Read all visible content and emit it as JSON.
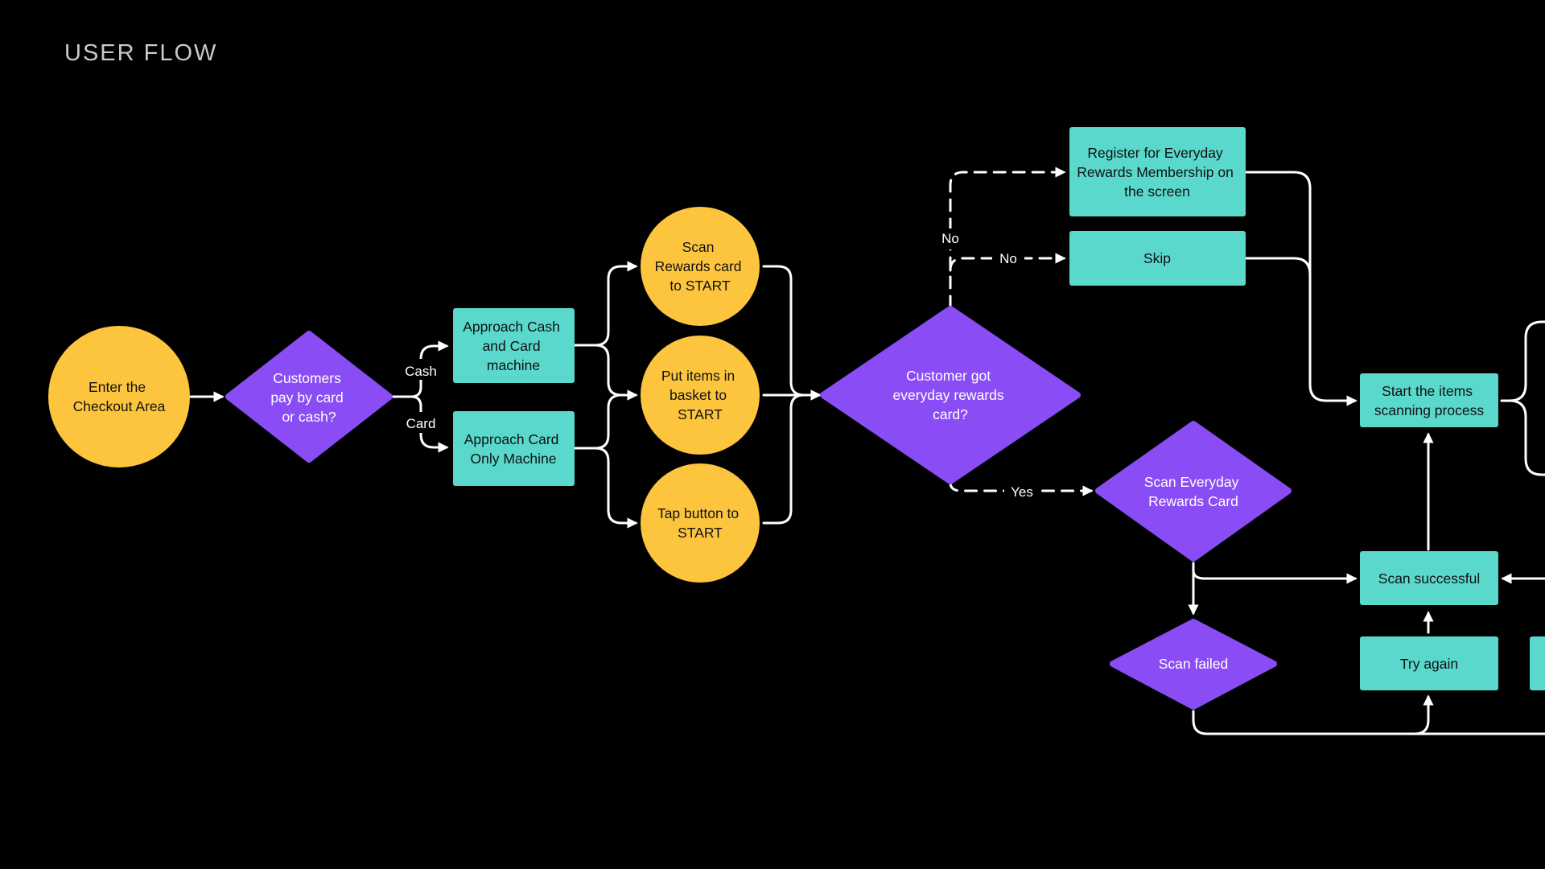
{
  "title": "USER FLOW",
  "colors": {
    "background": "#000000",
    "start_circle": "#FDC53E",
    "decision": "#8A4DF5",
    "process": "#5AD8CC",
    "connector": "#FFFFFF",
    "title_text": "#C9C9C9"
  },
  "nodes": {
    "enter_checkout": [
      "Enter the",
      "Checkout Area"
    ],
    "pay_decision": [
      "Customers",
      "pay by card",
      "or cash?"
    ],
    "approach_cash_card": [
      "Approach Cash",
      "and Card",
      "machine"
    ],
    "approach_card_only": [
      "Approach Card",
      "Only Machine"
    ],
    "scan_rewards_start": [
      "Scan",
      "Rewards card",
      "to START"
    ],
    "put_items_start": [
      "Put items in",
      "basket to",
      "START"
    ],
    "tap_button_start": [
      "Tap button to",
      "START"
    ],
    "rewards_decision": [
      "Customer got",
      "everyday rewards",
      "card?"
    ],
    "register_membership": [
      "Register for Everyday",
      "Rewards Membership on",
      "the screen"
    ],
    "skip": [
      "Skip"
    ],
    "scan_everyday_card": [
      "Scan Everyday",
      "Rewards Card"
    ],
    "start_scanning": [
      "Start the items",
      "scanning process"
    ],
    "scan_successful": [
      "Scan successful"
    ],
    "scan_failed": [
      "Scan failed"
    ],
    "try_again": [
      "Try again"
    ]
  },
  "edge_labels": {
    "cash": "Cash",
    "card": "Card",
    "no_register": "No",
    "no_skip": "No",
    "yes": "Yes"
  }
}
